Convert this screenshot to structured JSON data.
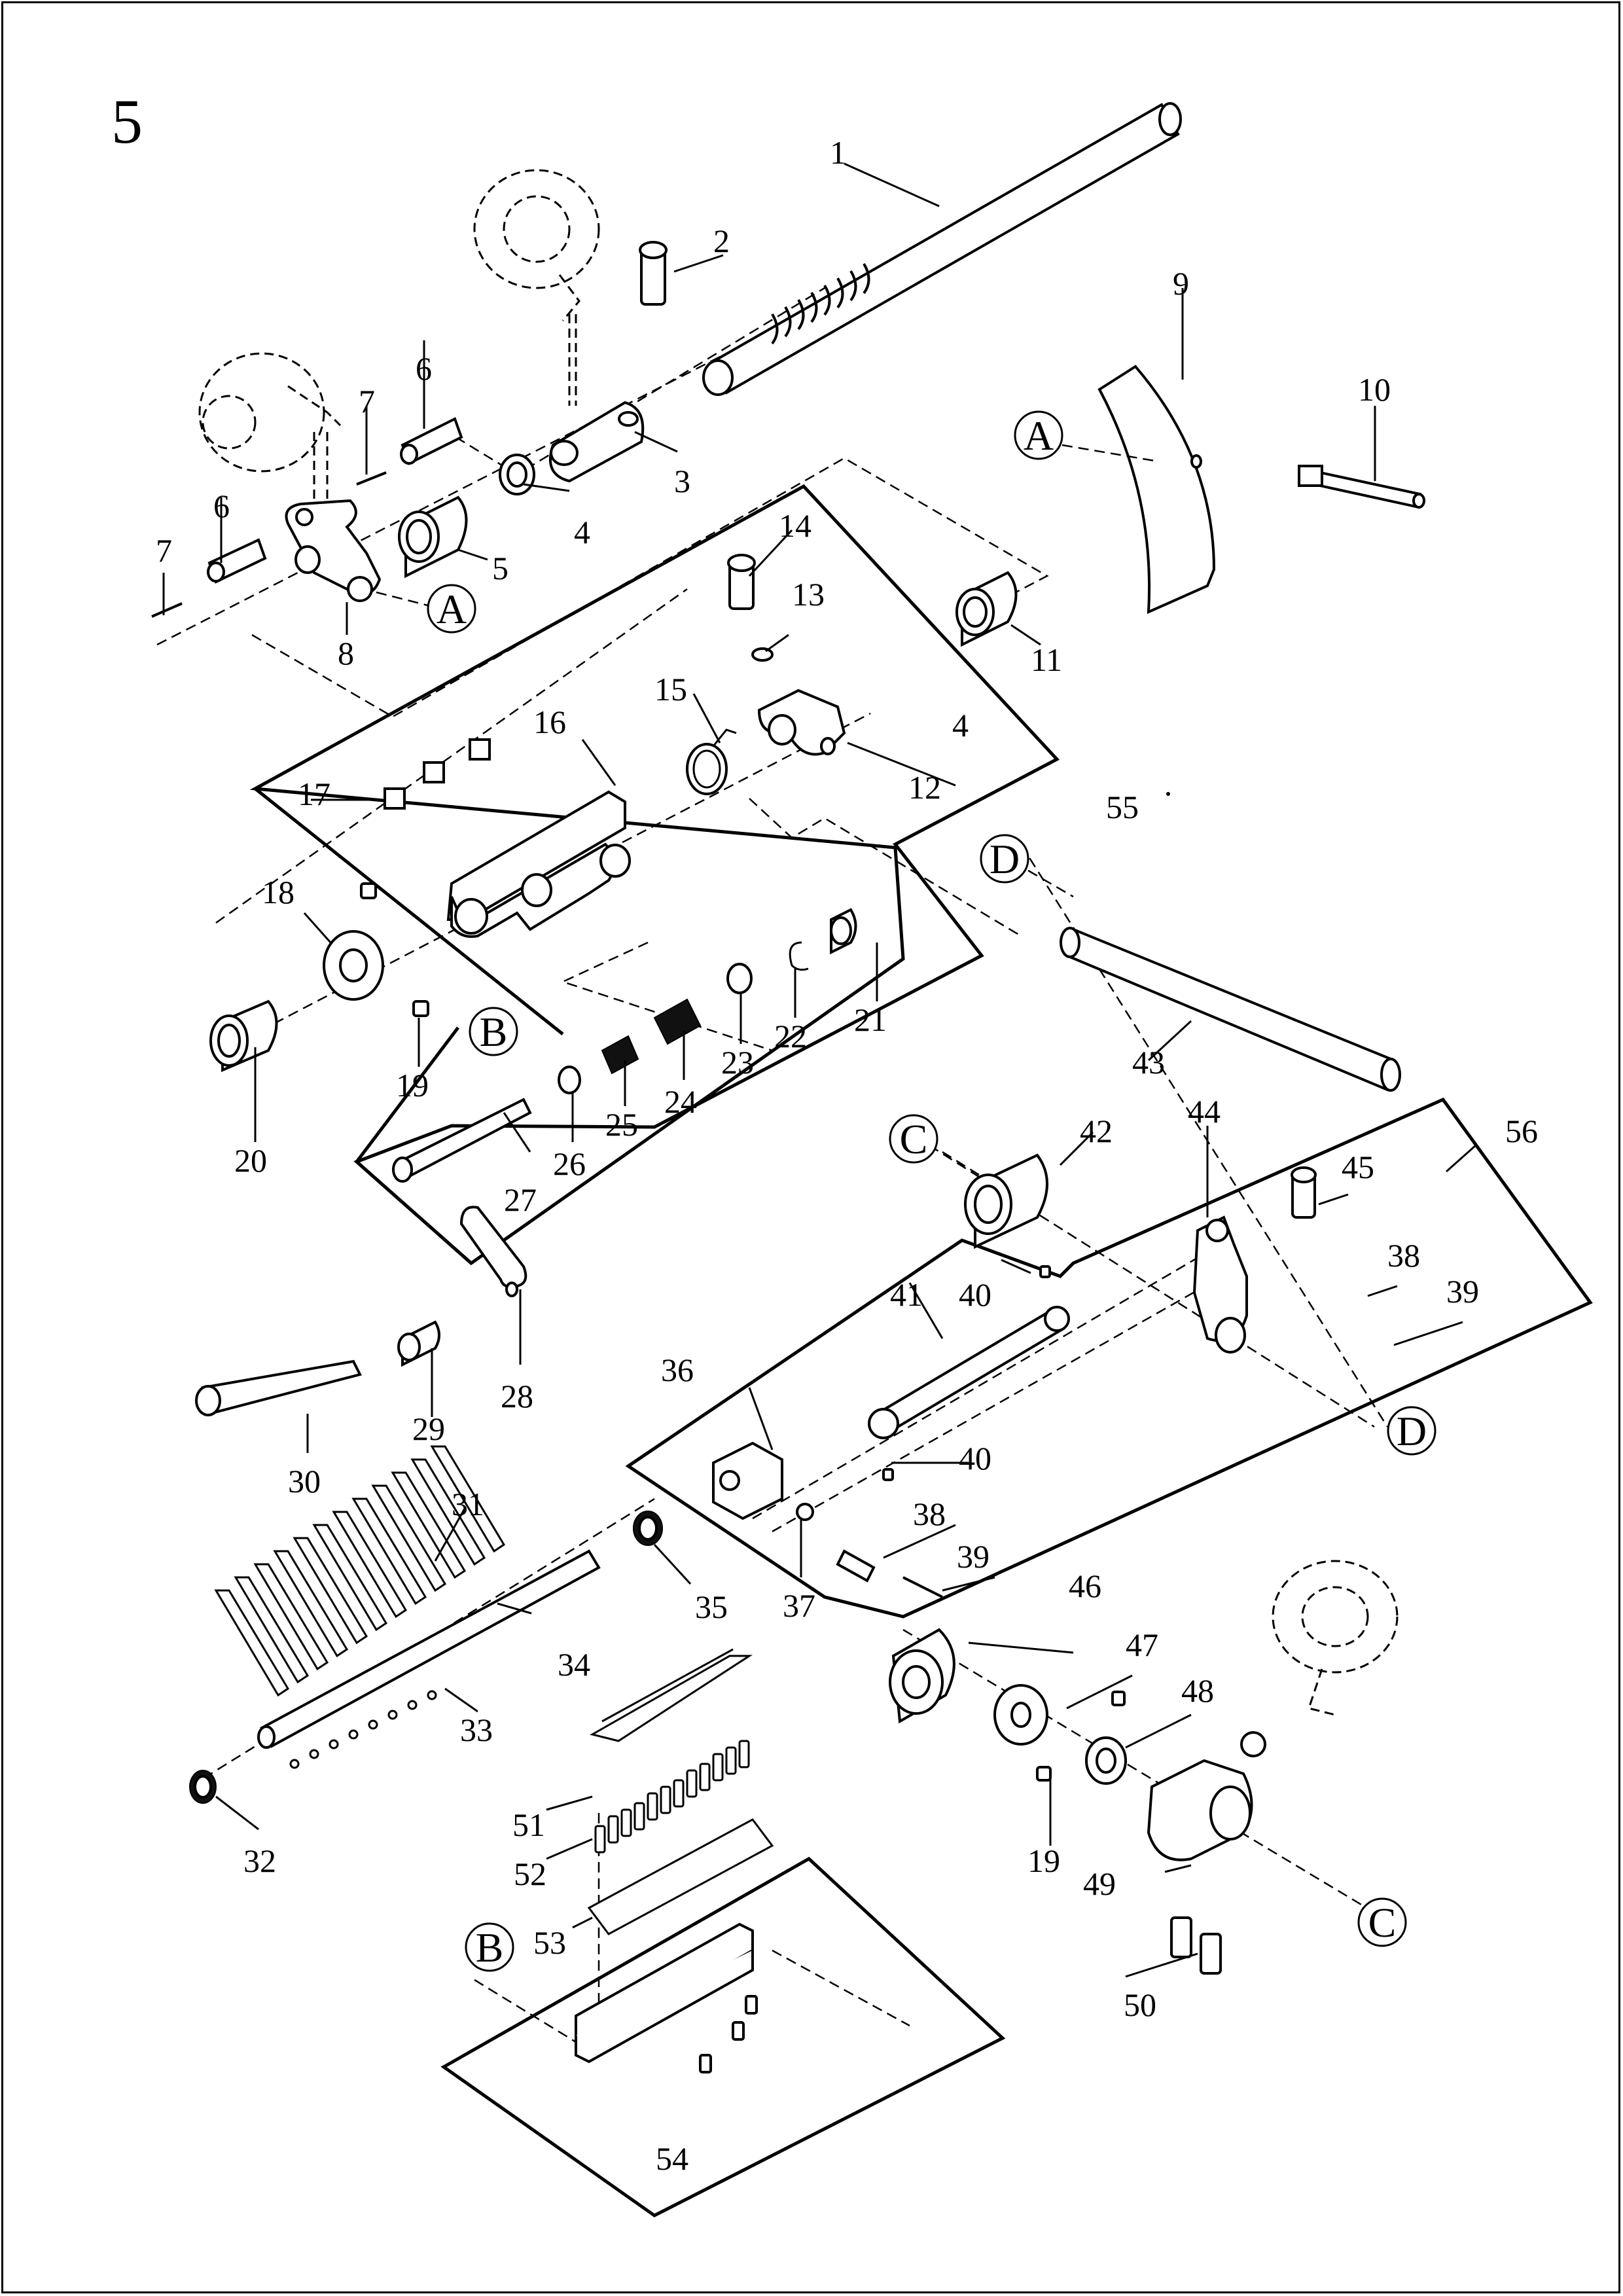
{
  "page": {
    "number": "5",
    "description": "Exploded parts diagram"
  },
  "callouts": [
    {
      "id": "c1",
      "label": "1"
    },
    {
      "id": "c2",
      "label": "2"
    },
    {
      "id": "c3",
      "label": "3"
    },
    {
      "id": "c4a",
      "label": "4"
    },
    {
      "id": "c4b",
      "label": "4"
    },
    {
      "id": "c5",
      "label": "5"
    },
    {
      "id": "c6a",
      "label": "6"
    },
    {
      "id": "c6b",
      "label": "6"
    },
    {
      "id": "c7a",
      "label": "7"
    },
    {
      "id": "c7b",
      "label": "7"
    },
    {
      "id": "c8",
      "label": "8"
    },
    {
      "id": "c9",
      "label": "9"
    },
    {
      "id": "c10",
      "label": "10"
    },
    {
      "id": "c11",
      "label": "11"
    },
    {
      "id": "c12",
      "label": "12"
    },
    {
      "id": "c13",
      "label": "13"
    },
    {
      "id": "c14",
      "label": "14"
    },
    {
      "id": "c15",
      "label": "15"
    },
    {
      "id": "c16",
      "label": "16"
    },
    {
      "id": "c17",
      "label": "17"
    },
    {
      "id": "c18",
      "label": "18"
    },
    {
      "id": "c19a",
      "label": "19"
    },
    {
      "id": "c19b",
      "label": "19"
    },
    {
      "id": "c20",
      "label": "20"
    },
    {
      "id": "c21",
      "label": "21"
    },
    {
      "id": "c22",
      "label": "22"
    },
    {
      "id": "c23",
      "label": "23"
    },
    {
      "id": "c24",
      "label": "24"
    },
    {
      "id": "c25",
      "label": "25"
    },
    {
      "id": "c26",
      "label": "26"
    },
    {
      "id": "c27",
      "label": "27"
    },
    {
      "id": "c28",
      "label": "28"
    },
    {
      "id": "c29",
      "label": "29"
    },
    {
      "id": "c30",
      "label": "30"
    },
    {
      "id": "c31",
      "label": "31"
    },
    {
      "id": "c32",
      "label": "32"
    },
    {
      "id": "c33",
      "label": "33"
    },
    {
      "id": "c34",
      "label": "34"
    },
    {
      "id": "c35",
      "label": "35"
    },
    {
      "id": "c36",
      "label": "36"
    },
    {
      "id": "c37",
      "label": "37"
    },
    {
      "id": "c38a",
      "label": "38"
    },
    {
      "id": "c38b",
      "label": "38"
    },
    {
      "id": "c39a",
      "label": "39"
    },
    {
      "id": "c39b",
      "label": "39"
    },
    {
      "id": "c40a",
      "label": "40"
    },
    {
      "id": "c40b",
      "label": "40"
    },
    {
      "id": "c41",
      "label": "41"
    },
    {
      "id": "c42",
      "label": "42"
    },
    {
      "id": "c43",
      "label": "43"
    },
    {
      "id": "c44",
      "label": "44"
    },
    {
      "id": "c45",
      "label": "45"
    },
    {
      "id": "c46",
      "label": "46"
    },
    {
      "id": "c47",
      "label": "47"
    },
    {
      "id": "c48",
      "label": "48"
    },
    {
      "id": "c49",
      "label": "49"
    },
    {
      "id": "c50",
      "label": "50"
    },
    {
      "id": "c51",
      "label": "51"
    },
    {
      "id": "c52",
      "label": "52"
    },
    {
      "id": "c53",
      "label": "53"
    },
    {
      "id": "c54",
      "label": "54"
    },
    {
      "id": "c55",
      "label": "55"
    },
    {
      "id": "c56",
      "label": "56"
    }
  ],
  "reference_markers": [
    {
      "id": "mA1",
      "label": "A"
    },
    {
      "id": "mA2",
      "label": "A"
    },
    {
      "id": "mB1",
      "label": "B"
    },
    {
      "id": "mB2",
      "label": "B"
    },
    {
      "id": "mC1",
      "label": "C"
    },
    {
      "id": "mC2",
      "label": "C"
    },
    {
      "id": "mD1",
      "label": "D"
    },
    {
      "id": "mD2",
      "label": "D"
    }
  ]
}
